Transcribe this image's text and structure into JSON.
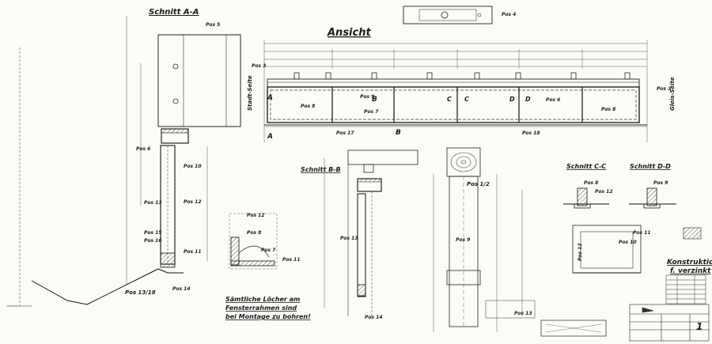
{
  "views": {
    "ansicht": "Ansicht",
    "schnitt_aa": "Schnitt A-A",
    "schnitt_bb": "Schnitt B-B",
    "schnitt_cc": "Schnitt C-C",
    "schnitt_dd": "Schnitt D-D"
  },
  "side_labels": {
    "left": "Stadt-Seite",
    "right": "Gleis-Seite"
  },
  "positions": {
    "pos1_2": "Pos 1/2",
    "pos3_left": "Pos 3",
    "pos3_right": "Pos 3",
    "pos4": "Pos 4",
    "pos5": "Pos 5",
    "pos6": "Pos 6",
    "pos7": "Pos 7",
    "pos8": "Pos 8",
    "pos9": "Pos 9",
    "pos10": "Pos 10",
    "pos11": "Pos 11",
    "pos12": "Pos 12",
    "pos13": "Pos 13",
    "pos13_18": "Pos 13/18",
    "pos14": "Pos 14",
    "pos15": "Pos 15",
    "pos16": "Pos 16",
    "pos17": "Pos 17",
    "pos18": "Pos 18"
  },
  "section_marks": {
    "a": "A",
    "b": "B",
    "c": "C",
    "d": "D"
  },
  "notes": {
    "holes_line1": "Sämtliche Löcher am",
    "holes_line2": "Fensterrahmen sind",
    "holes_line3": "bei Montage zu bohren!"
  },
  "construction": {
    "line1": "Konstruktion",
    "line2": "f. verzinkt"
  },
  "title_block": {
    "sheet_number": "1"
  }
}
